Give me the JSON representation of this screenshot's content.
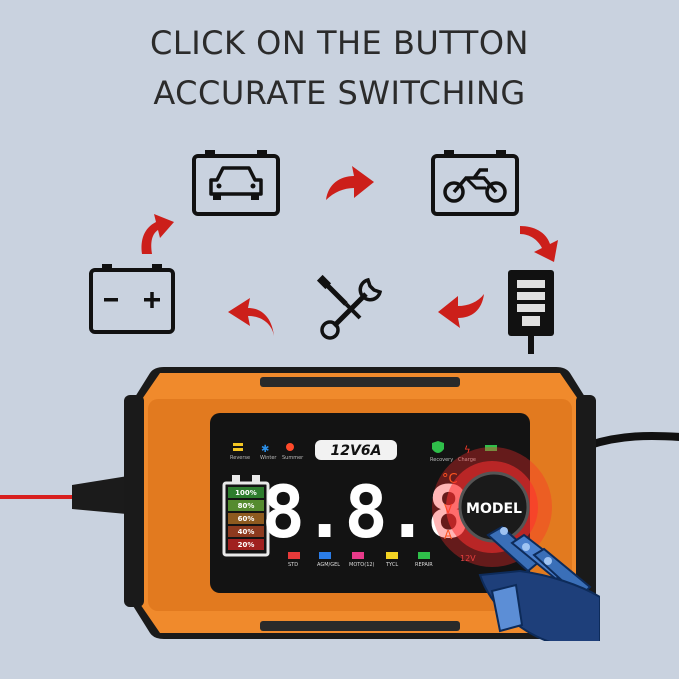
{
  "headline": {
    "line1": "CLICK ON THE BUTTON",
    "line2": "ACCURATE SWITCHING"
  },
  "icons": {
    "car": "car-battery-icon",
    "motorcycle": "motorcycle-battery-icon",
    "battery": "battery-icon",
    "tools": "wrench-screwdriver-icon",
    "charger": "charger-plug-icon"
  },
  "colors": {
    "background": "#c9d2df",
    "arrow": "#cc1f1a",
    "casing": "#f08a2c",
    "lcd": "#131313",
    "button_glow": "#ff2a2a"
  },
  "lcd": {
    "rating": "12V6A",
    "digits": "8.8.8",
    "battery_levels": [
      "100%",
      "80%",
      "60%",
      "40%",
      "20%"
    ],
    "top_labels": [
      "Reverse",
      "Winter",
      "Summer",
      "Recovery",
      "Charge"
    ],
    "mode_labels": [
      "STD",
      "AGM/GEL",
      "MOTO(12)",
      "TYCL",
      "REPAIR"
    ],
    "units": [
      "°C",
      "V",
      "A"
    ],
    "voltage_tag": "12V"
  },
  "button": {
    "label": "MODEL"
  }
}
